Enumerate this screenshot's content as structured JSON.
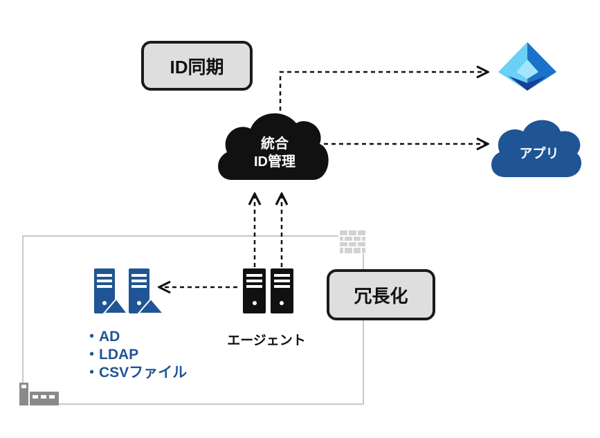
{
  "labels": {
    "id_sync": "ID同期",
    "redundancy": "冗長化"
  },
  "cloud": {
    "line1": "統合",
    "line2": "ID管理"
  },
  "app_cloud": {
    "label": "アプリ"
  },
  "agent": {
    "label": "エージェント"
  },
  "directory_sources": [
    "・AD",
    "・LDAP",
    "・CSVファイル"
  ],
  "icons": {
    "identity_service": "entra-id-icon",
    "firewall": "firewall-brick-icon",
    "onprem_building": "office-building-icon",
    "directory_servers": "server-icon",
    "agent_servers": "server-icon"
  },
  "colors": {
    "cloud": "#111111",
    "app_cloud": "#1f5595",
    "server_blue": "#1f5595",
    "label_box_fill": "#dedede",
    "onprem_border": "#c8c8c8",
    "text_blue": "#1f5595"
  }
}
